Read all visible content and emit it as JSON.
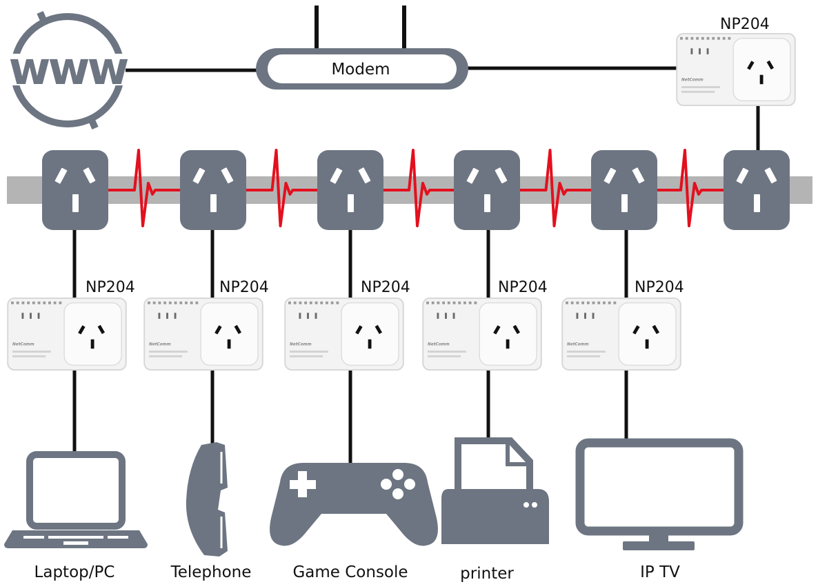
{
  "modem": {
    "label": "Modem"
  },
  "internet": {
    "label": "www",
    "icon": "globe-icon"
  },
  "top_adapter": {
    "label": "NP204"
  },
  "adapters": [
    {
      "label": "NP204"
    },
    {
      "label": "NP204"
    },
    {
      "label": "NP204"
    },
    {
      "label": "NP204"
    },
    {
      "label": "NP204"
    }
  ],
  "devices": [
    {
      "label": "Laptop/PC",
      "icon": "laptop-icon"
    },
    {
      "label": "Telephone",
      "icon": "telephone-icon"
    },
    {
      "label": "Game Console",
      "icon": "game-controller-icon"
    },
    {
      "label": "printer",
      "icon": "printer-icon"
    },
    {
      "label": "IP TV",
      "icon": "tv-icon"
    }
  ],
  "colors": {
    "power_line": "#b4b4b4",
    "signal": "#e3101e",
    "outlet": "#6d7582",
    "icon": "#6d7582",
    "cable": "#111111"
  }
}
